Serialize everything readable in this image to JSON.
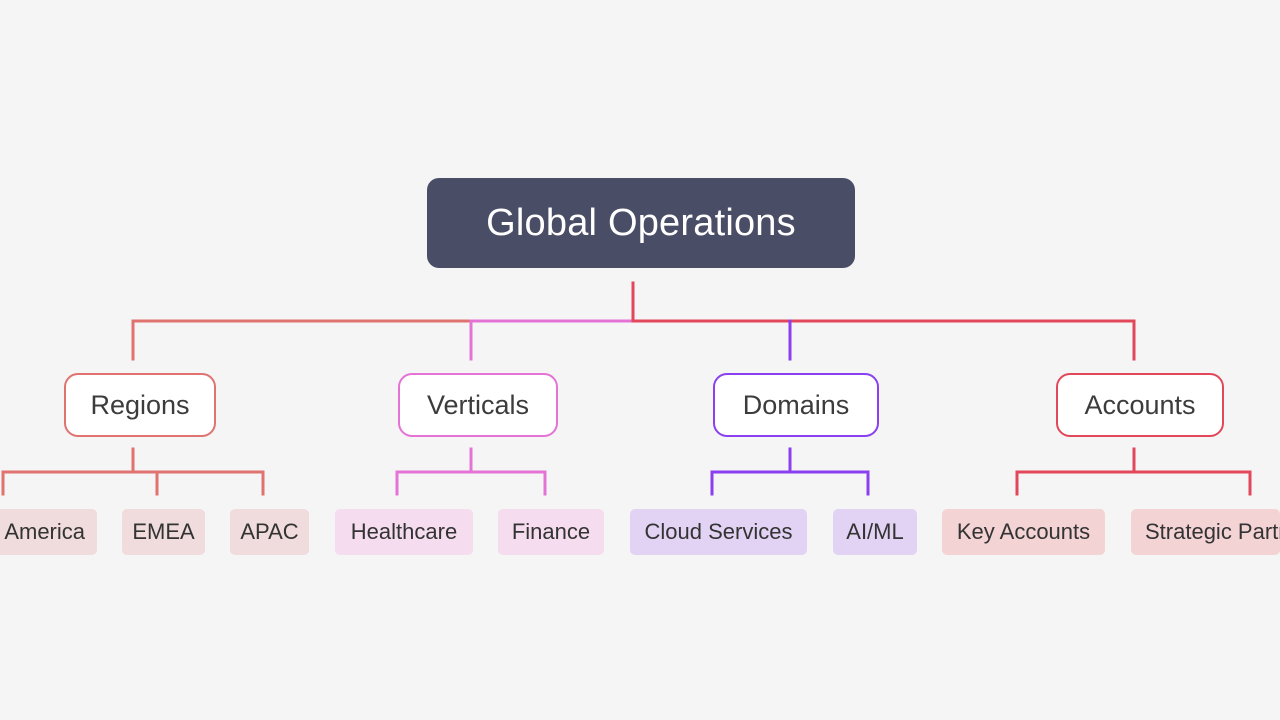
{
  "mindmap": {
    "root": {
      "label": "Global Operations"
    },
    "branches": [
      {
        "label": "Regions",
        "color": "#e07370",
        "leaf_color": "#f0dcdc",
        "leaves": [
          {
            "label": "America"
          },
          {
            "label": "EMEA"
          },
          {
            "label": "APAC"
          }
        ]
      },
      {
        "label": "Verticals",
        "color": "#e573d6",
        "leaf_color": "#f5dcef",
        "leaves": [
          {
            "label": "Healthcare"
          },
          {
            "label": "Finance"
          }
        ]
      },
      {
        "label": "Domains",
        "color": "#8a3ff0",
        "leaf_color": "#e2d3f5",
        "leaves": [
          {
            "label": "Cloud Services"
          },
          {
            "label": "AI/ML"
          }
        ]
      },
      {
        "label": "Accounts",
        "color": "#e2475a",
        "leaf_color": "#f4d3d5",
        "leaves": [
          {
            "label": "Key Accounts"
          },
          {
            "label": "Strategic Partners"
          }
        ]
      }
    ]
  }
}
